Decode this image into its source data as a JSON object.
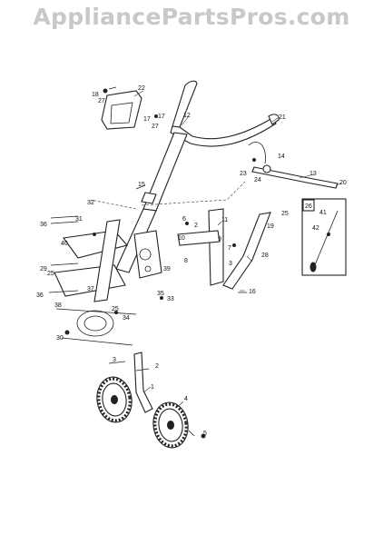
{
  "watermark": "AppliancePartsPros.com",
  "callouts": {
    "c1": "1",
    "c2a": "2",
    "c2b": "2",
    "c3a": "3",
    "c3b": "3",
    "c4": "4",
    "c5": "5",
    "c6": "6",
    "c7": "7",
    "c8": "8",
    "c9": "9",
    "c10": "10",
    "c11": "11",
    "c12": "12",
    "c13": "13",
    "c14": "14",
    "c15": "15",
    "c16": "16",
    "c17a": "17",
    "c17b": "17",
    "c18": "18",
    "c19": "19",
    "c20": "20",
    "c21": "21",
    "c22": "22",
    "c23": "23",
    "c24": "24",
    "c25a": "25",
    "c25b": "25",
    "c25c": "25",
    "c26": "26",
    "c27a": "27",
    "c27b": "27",
    "c28": "28",
    "c29": "29",
    "c30": "30",
    "c31": "31",
    "c32": "32",
    "c33": "33",
    "c34": "34",
    "c35": "35",
    "c36a": "36",
    "c36b": "36",
    "c37": "37",
    "c38": "38",
    "c39": "39",
    "c40": "40",
    "c41": "41",
    "c42": "42"
  }
}
